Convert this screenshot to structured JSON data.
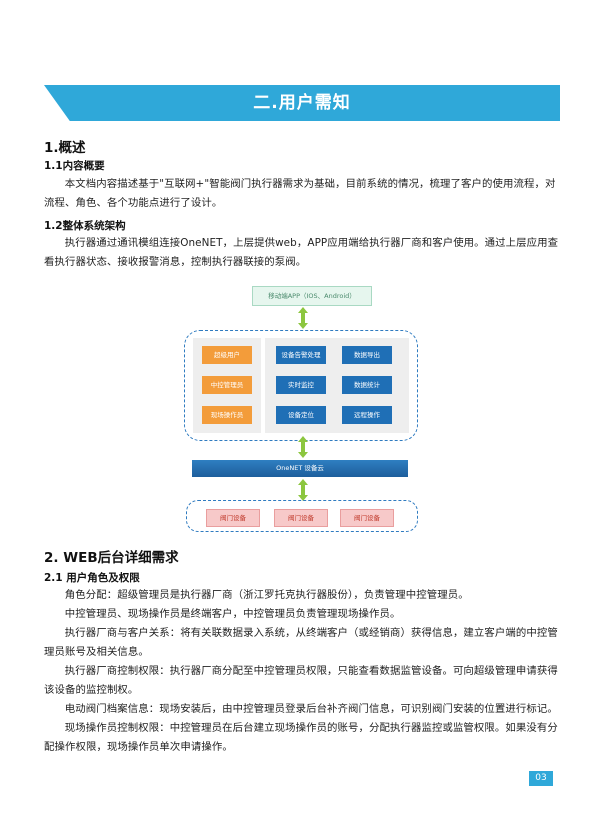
{
  "banner": {
    "title": "二.用户需知"
  },
  "section1": {
    "heading": "1.概述",
    "sub1": {
      "heading": "1.1内容概要",
      "text": "本文档内容描述基于\"互联网+\"智能阀门执行器需求为基础，目前系统的情况，梳理了客户的使用流程，对流程、角色、各个功能点进行了设计。"
    },
    "sub2": {
      "heading": "1.2整体系统架构",
      "text": "执行器通过通讯模组连接OneNET，上层提供web，APP应用端给执行器厂商和客户使用。通过上层应用查看执行器状态、接收报警消息，控制执行器联接的泵阀。"
    }
  },
  "diagram": {
    "app": "移动端APP（IOS、Android）",
    "roles": [
      "超级用户",
      "中控管理员",
      "现场操作员"
    ],
    "functions": [
      "设备告警处理",
      "数据导出",
      "实时监控",
      "数据统计",
      "设备定位",
      "远程操作"
    ],
    "cloud": "OneNET 设备云",
    "devices": [
      "阀门设备",
      "阀门设备",
      "阀门设备"
    ],
    "colors": {
      "orange": "#f39c3a",
      "blue": "#1f6fb6",
      "accent": "#2fa8d9",
      "arrow": "#8cc63f"
    }
  },
  "section2": {
    "heading": "2. WEB后台详细需求",
    "sub1": {
      "heading": "2.1 用户角色及权限",
      "paragraphs": [
        "角色分配：超级管理员是执行器厂商（浙江罗托克执行器股份），负责管理中控管理员。",
        "中控管理员、现场操作员是终端客户，中控管理员负责管理现场操作员。",
        "执行器厂商与客户关系：将有关联数据录入系统，从终端客户（或经销商）获得信息，建立客户端的中控管理员账号及相关信息。",
        "执行器厂商控制权限：执行器厂商分配至中控管理员权限，只能查看数据监管设备。可向超级管理申请获得该设备的监控制权。",
        "电动阀门档案信息：现场安装后，由中控管理员登录后台补齐阀门信息，可识别阀门安装的位置进行标记。",
        "现场操作员控制权限：中控管理员在后台建立现场操作员的账号，分配执行器监控或监管权限。如果没有分配操作权限，现场操作员单次申请操作。"
      ]
    }
  },
  "footer": {
    "page": "03"
  }
}
